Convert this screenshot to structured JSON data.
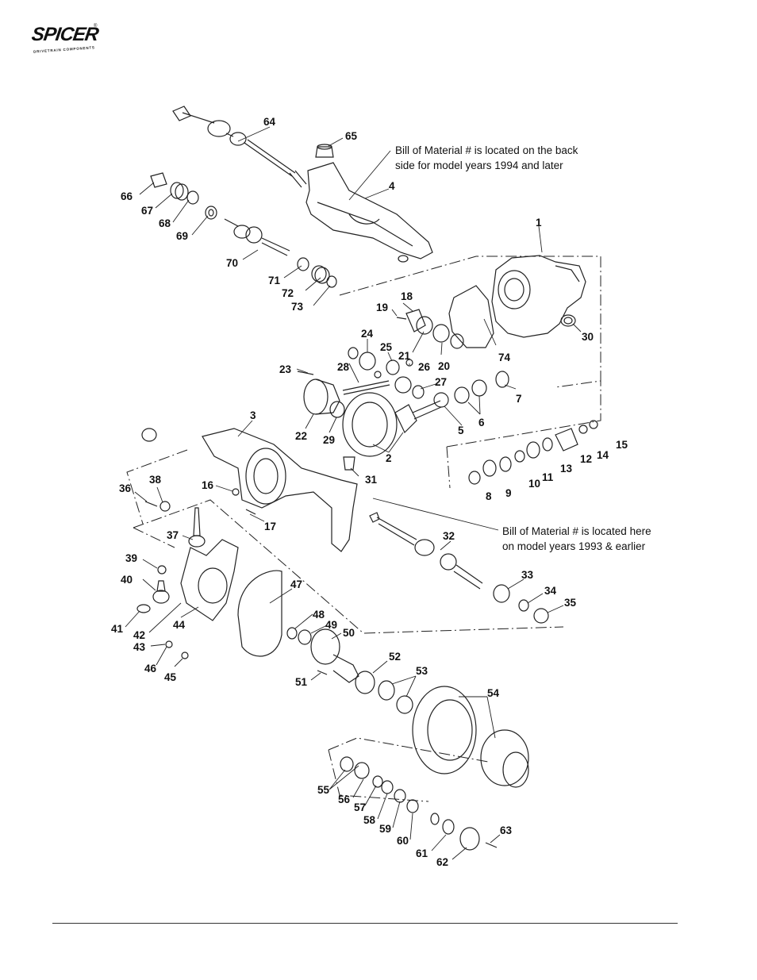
{
  "brand": {
    "logo_text": "SPICER",
    "logo_tagline": "DRIVETRAIN COMPONENTS",
    "registered_mark": "®"
  },
  "notes": {
    "back_side_line1": "Bill of Material # is located on the back",
    "back_side_line2": "side for model years 1994 and later",
    "here_line1": "Bill of Material # is located here",
    "here_line2": "on model years 1993 & earlier"
  },
  "callouts": [
    "1",
    "2",
    "3",
    "4",
    "5",
    "6",
    "7",
    "8",
    "9",
    "10",
    "11",
    "12",
    "13",
    "14",
    "15",
    "16",
    "17",
    "18",
    "19",
    "20",
    "21",
    "22",
    "23",
    "24",
    "25",
    "26",
    "27",
    "28",
    "29",
    "30",
    "31",
    "32",
    "33",
    "34",
    "35",
    "36",
    "37",
    "38",
    "39",
    "40",
    "41",
    "42",
    "43",
    "44",
    "45",
    "46",
    "47",
    "48",
    "49",
    "50",
    "51",
    "52",
    "53",
    "54",
    "55",
    "56",
    "57",
    "58",
    "59",
    "60",
    "61",
    "62",
    "63",
    "64",
    "65",
    "66",
    "67",
    "68",
    "69",
    "70",
    "71",
    "72",
    "73",
    "74"
  ]
}
